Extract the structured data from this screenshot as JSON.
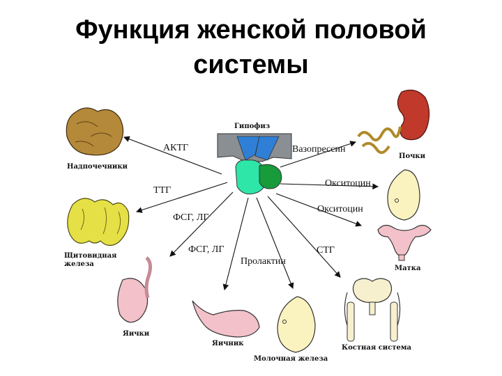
{
  "title": {
    "line1": "Функция женской половой",
    "line2": "системы"
  },
  "center": {
    "label": "Гипофиз"
  },
  "hormones": {
    "actg": "АКТГ",
    "vasopressin": "Вазопрессин",
    "oxytocin_1": "Окситоцин",
    "ttg": "ТТГ",
    "oxytocin_2": "Окситоцин",
    "fsg_lg_1": "ФСГ, ЛГ",
    "fsg_lg_2": "ФСГ, ЛГ",
    "prolactin": "Пролактин",
    "stg": "СТГ"
  },
  "organs": {
    "adrenal": "Надпочечники",
    "kidneys": "Почки",
    "thyroid_1": "Щитовидная",
    "thyroid_2": "железа",
    "uterus": "Матка",
    "testes": "Яички",
    "ovary": "Яичник",
    "mammary": "Молочная железа",
    "skeleton": "Костная система"
  },
  "colors": {
    "pituitary_gray": "#8a8f93",
    "pituitary_light": "#2ee6a8",
    "pituitary_dark": "#179b3b",
    "adrenal": "#b5893a",
    "kidney": "#c0392b",
    "thyroid": "#e6e047",
    "testes": "#f3c1c9",
    "breast": "#fbf3bf",
    "bone": "#f6f0cf",
    "arrow": "#111111"
  }
}
